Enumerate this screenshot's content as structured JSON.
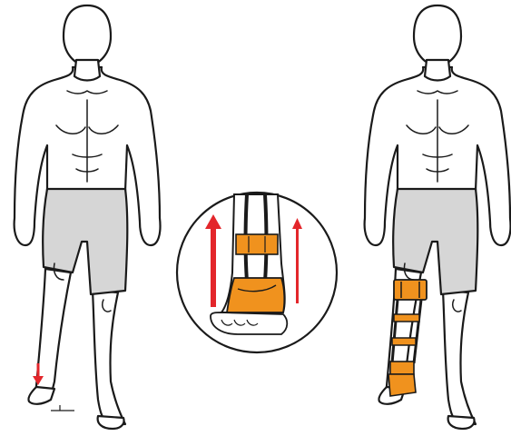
{
  "figure": {
    "colors": {
      "skin": "#ffffff",
      "outline": "#1a1a1a",
      "shorts": "#d6d6d6",
      "brace": "#f0921e",
      "arrow": "#e3262b"
    },
    "panels": [
      {
        "id": "left",
        "content": "figure-without-brace",
        "indicator": "foot-drop-arrow"
      },
      {
        "id": "center",
        "content": "ankle-closeup",
        "indicators": [
          "up-arrow-large",
          "up-arrow-small"
        ]
      },
      {
        "id": "right",
        "content": "figure-with-knee-ankle-brace"
      }
    ]
  }
}
